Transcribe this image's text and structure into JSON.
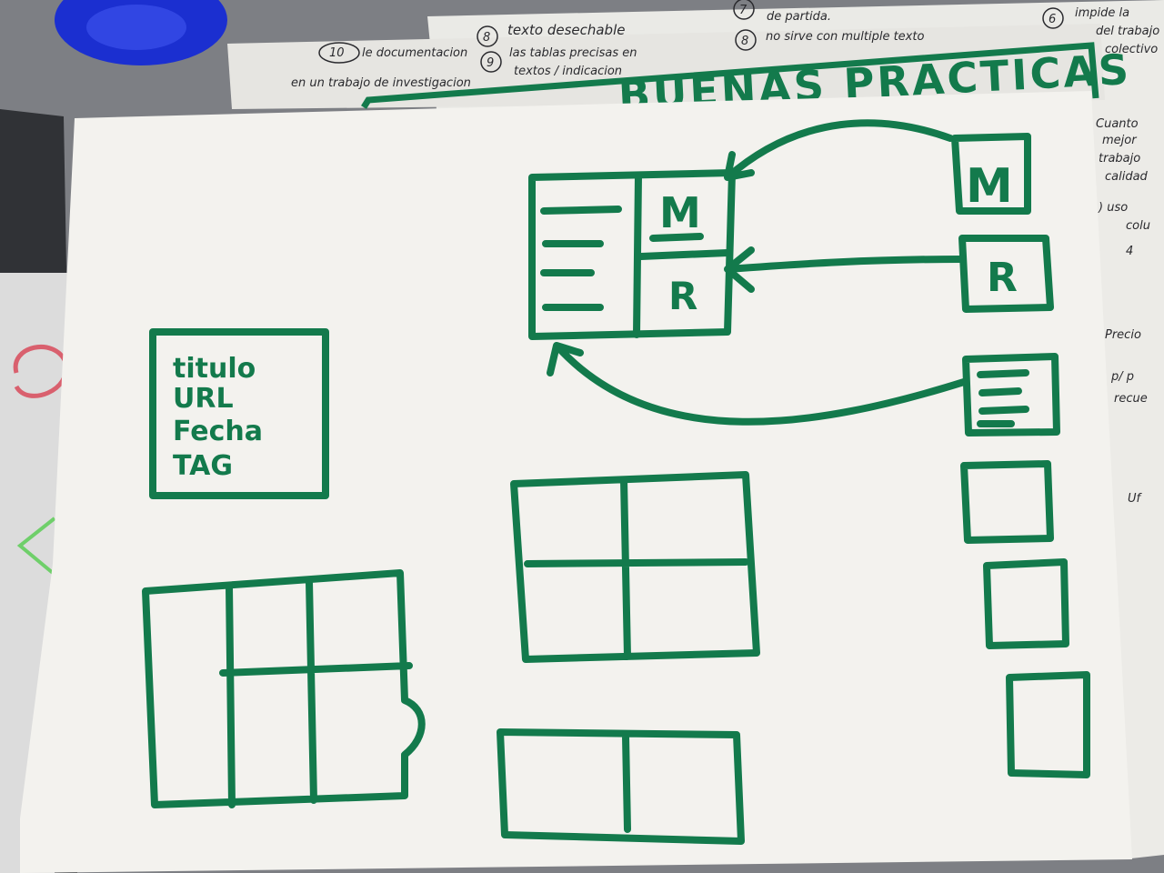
{
  "colors": {
    "marker": "#137a4c",
    "paper": "#f3f2ee",
    "back_paper": "#e6e5e1",
    "ink": "#2a2a2e",
    "background": "#7d7f84"
  },
  "background_sheet": {
    "banner_text": "BUENAS PRACTICAS",
    "notes": {
      "note_10": {
        "number": "10",
        "lines": [
          "le documentacion",
          "en un trabajo de investigacion"
        ]
      },
      "note_8a": {
        "number": "8",
        "lines": [
          "texto desechable"
        ]
      },
      "note_9": {
        "number": "9",
        "lines": [
          "las tablas precisas en",
          "textos / indicacion"
        ]
      },
      "note_7": {
        "number": "7",
        "lines": [
          "de partida."
        ]
      },
      "note_8b": {
        "number": "8",
        "lines": [
          "no sirve con multiple texto"
        ]
      },
      "note_6": {
        "number": "6",
        "lines": [
          "impide la",
          "del trabajo",
          "colectivo"
        ]
      },
      "right_margin_notes": [
        "Cuanto",
        "mejor",
        "trabajo",
        "calidad",
        ") uso",
        "colu",
        "4",
        "Precio",
        "p/ p",
        "recue",
        "Uf"
      ]
    }
  },
  "sketch": {
    "metadata_box": [
      "titulo",
      "URL",
      "Fecha",
      "TAG"
    ],
    "widget_m": "M",
    "widget_r": "R",
    "panel_m": "M",
    "panel_r": "R"
  }
}
